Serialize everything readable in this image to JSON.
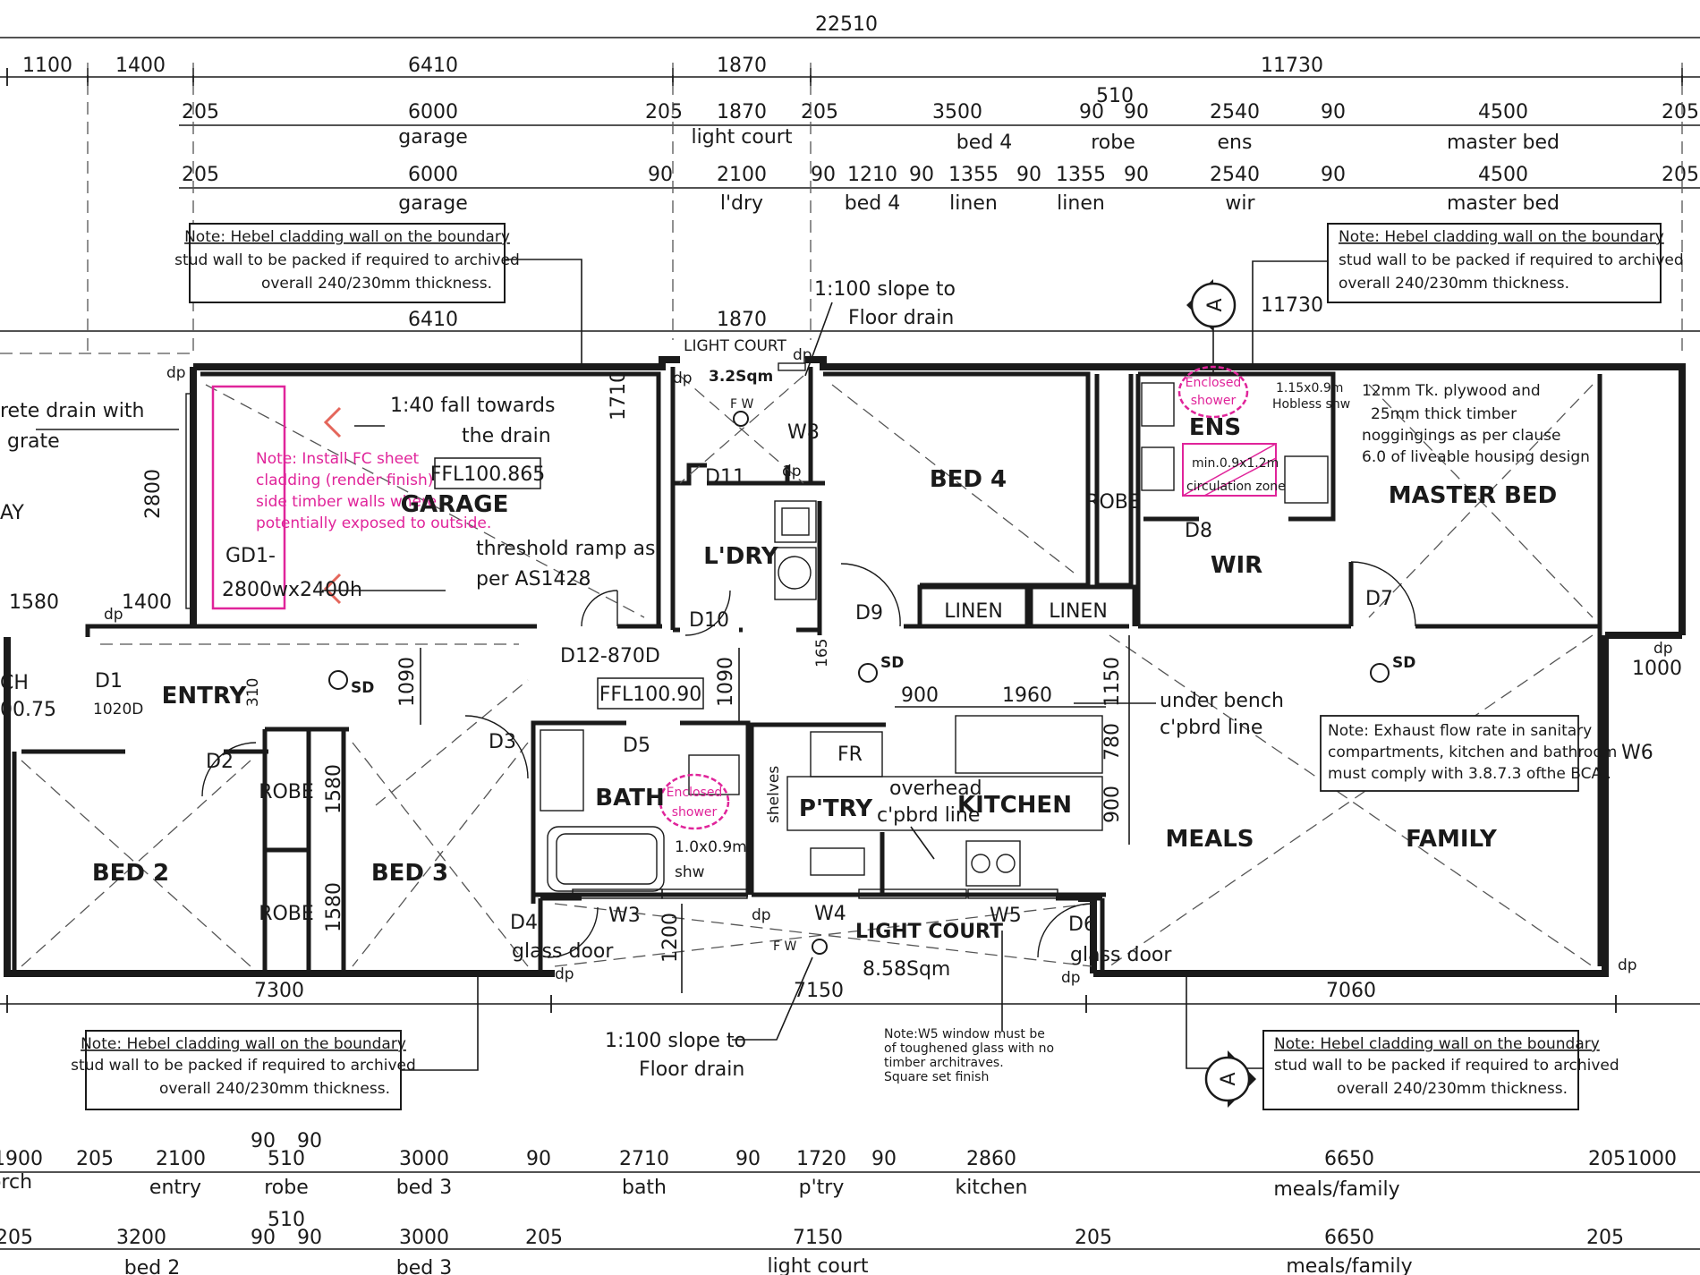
{
  "overall": {
    "total": "22510"
  },
  "dims_row1": [
    "1100",
    "1400",
    "6410",
    "1870",
    "11730"
  ],
  "dims_row2": [
    "205",
    "6000",
    "205",
    "1870",
    "205",
    "3500",
    "90",
    "510",
    "90",
    "2540",
    "90",
    "4500",
    "205"
  ],
  "labels_row2": [
    "garage",
    "light court",
    "bed 4",
    "robe",
    "ens",
    "master bed"
  ],
  "dims_row3": [
    "205",
    "6000",
    "90",
    "2100",
    "90",
    "1210",
    "90",
    "1355",
    "90",
    "1355",
    "90",
    "2540",
    "90",
    "4500",
    "205"
  ],
  "labels_row3": [
    "garage",
    "l'dry",
    "bed 4",
    "linen",
    "linen",
    "wir",
    "master bed"
  ],
  "dims_row4": [
    "6410",
    "1870",
    "11730"
  ],
  "rooms": {
    "garage": "GARAGE",
    "ldry": "L'DRY",
    "bed4": "BED 4",
    "robe": "ROBE",
    "ens": "ENS",
    "wir": "WIR",
    "master": "MASTER BED",
    "entry": "ENTRY",
    "bed2": "BED 2",
    "bed3": "BED 3",
    "bath": "BATH",
    "ptry": "P'TRY",
    "kitchen": "KITCHEN",
    "meals": "MEALS",
    "family": "FAMILY",
    "linen1": "LINEN",
    "linen2": "LINEN",
    "robe2": "ROBE",
    "robe3": "ROBE",
    "fr": "FR",
    "shelves": "shelves"
  },
  "light_court_top": {
    "label": "LIGHT COURT",
    "area": "3.2Sqm"
  },
  "light_court_bottom": {
    "label": "LIGHT COURT",
    "area": "8.58Sqm"
  },
  "notes": {
    "hebel_title": "Note: Hebel cladding wall on the boundary",
    "hebel_line2": "stud wall to be packed if required to archived",
    "hebel_line3": "overall 240/230mm thickness.",
    "fc_note": [
      "Note: Install FC sheet",
      "cladding (render finish) to",
      "side timber walls where",
      "potentially exposed to outside."
    ],
    "exhaust": [
      "Note: Exhaust flow rate in sanitary",
      "compartments, kitchen and bathroom",
      "must comply with 3.8.7.3 ofthe BCA ."
    ],
    "plywood": [
      "12mm Tk. plywood and",
      "25mm thick timber",
      "noggingings as per clause",
      "6.0 of liveable housing design"
    ],
    "w5": [
      "Note:W5 window must be",
      "of toughened glass with no",
      "timber architraves.",
      "Square set finish"
    ]
  },
  "annotations": {
    "fall": [
      "1:40 fall towards",
      "the drain"
    ],
    "ffl_garage": "FFL100.865",
    "ffl_main": "FFL100.90",
    "ramp": [
      "threshold ramp as",
      "per AS1428"
    ],
    "slope_top": [
      "1:100 slope to",
      "Floor drain"
    ],
    "slope_bottom": [
      "1:100 slope to",
      "Floor drain"
    ],
    "gd1": [
      "GD1-",
      "2800wx2400h"
    ],
    "drain": [
      "rete drain with",
      "grate"
    ],
    "under_bench": [
      "under bench",
      "c'pbrd line"
    ],
    "overhead": [
      "overhead",
      "c'pbrd line"
    ],
    "enclosed_shower": [
      "Enclosed",
      "shower"
    ],
    "ens_shower": [
      "1.15x0.9m",
      "Hobless shw"
    ],
    "circulation": [
      "min.0.9x1.2m",
      "circulation zone"
    ],
    "bath_shower": [
      "1.0x0.9m",
      "shw"
    ],
    "glass_door_left": "glass door",
    "glass_door_right": "glass door",
    "sd": "SD",
    "fw": "F W",
    "dp": "dp",
    "section": "A",
    "d1": "D1",
    "d1020": "1020D",
    "d2": "D2",
    "d3": "D3",
    "d4": "D4",
    "d5": "D5",
    "d6": "D6",
    "d7": "D7",
    "d8": "D8",
    "d9": "D9",
    "d10": "D10",
    "d11": "D11",
    "d12": "D12-870D",
    "w3": "W3",
    "w4": "W4",
    "w5": "W5",
    "w6": "W6",
    "w8": "W8",
    "porch_left": "CH",
    "porch_val": "00.75",
    "ay": "AY"
  },
  "inner_dims": {
    "d1710": "1710",
    "d2800": "2800",
    "d1580": "1580",
    "d1400": "1400",
    "d1090a": "1090",
    "d1090b": "1090",
    "d310": "310",
    "d1580b": "1580",
    "d1580c": "1580",
    "d165": "165",
    "d900": "900",
    "d1960": "1960",
    "d1150": "1150",
    "d780": "780",
    "d900b": "900",
    "d1200": "1200",
    "d1000": "1000"
  },
  "dims_bottom1": [
    "7300",
    "7150",
    "7060"
  ],
  "dims_bottom2": [
    "1900",
    "205",
    "2100",
    "90",
    "510",
    "90",
    "3000",
    "90",
    "2710",
    "90",
    "1720",
    "90",
    "2860",
    "6650",
    "205",
    "1000"
  ],
  "labels_bottom2": [
    "orch",
    "entry",
    "robe",
    "bed 3",
    "bath",
    "p'try",
    "kitchen",
    "meals/family"
  ],
  "dims_bottom3": [
    "205",
    "3200",
    "90",
    "510",
    "90",
    "3000",
    "205",
    "7150",
    "205",
    "6650",
    "205"
  ],
  "labels_bottom3": [
    "bed 2",
    "bed 3",
    "light court",
    "meals/family"
  ]
}
